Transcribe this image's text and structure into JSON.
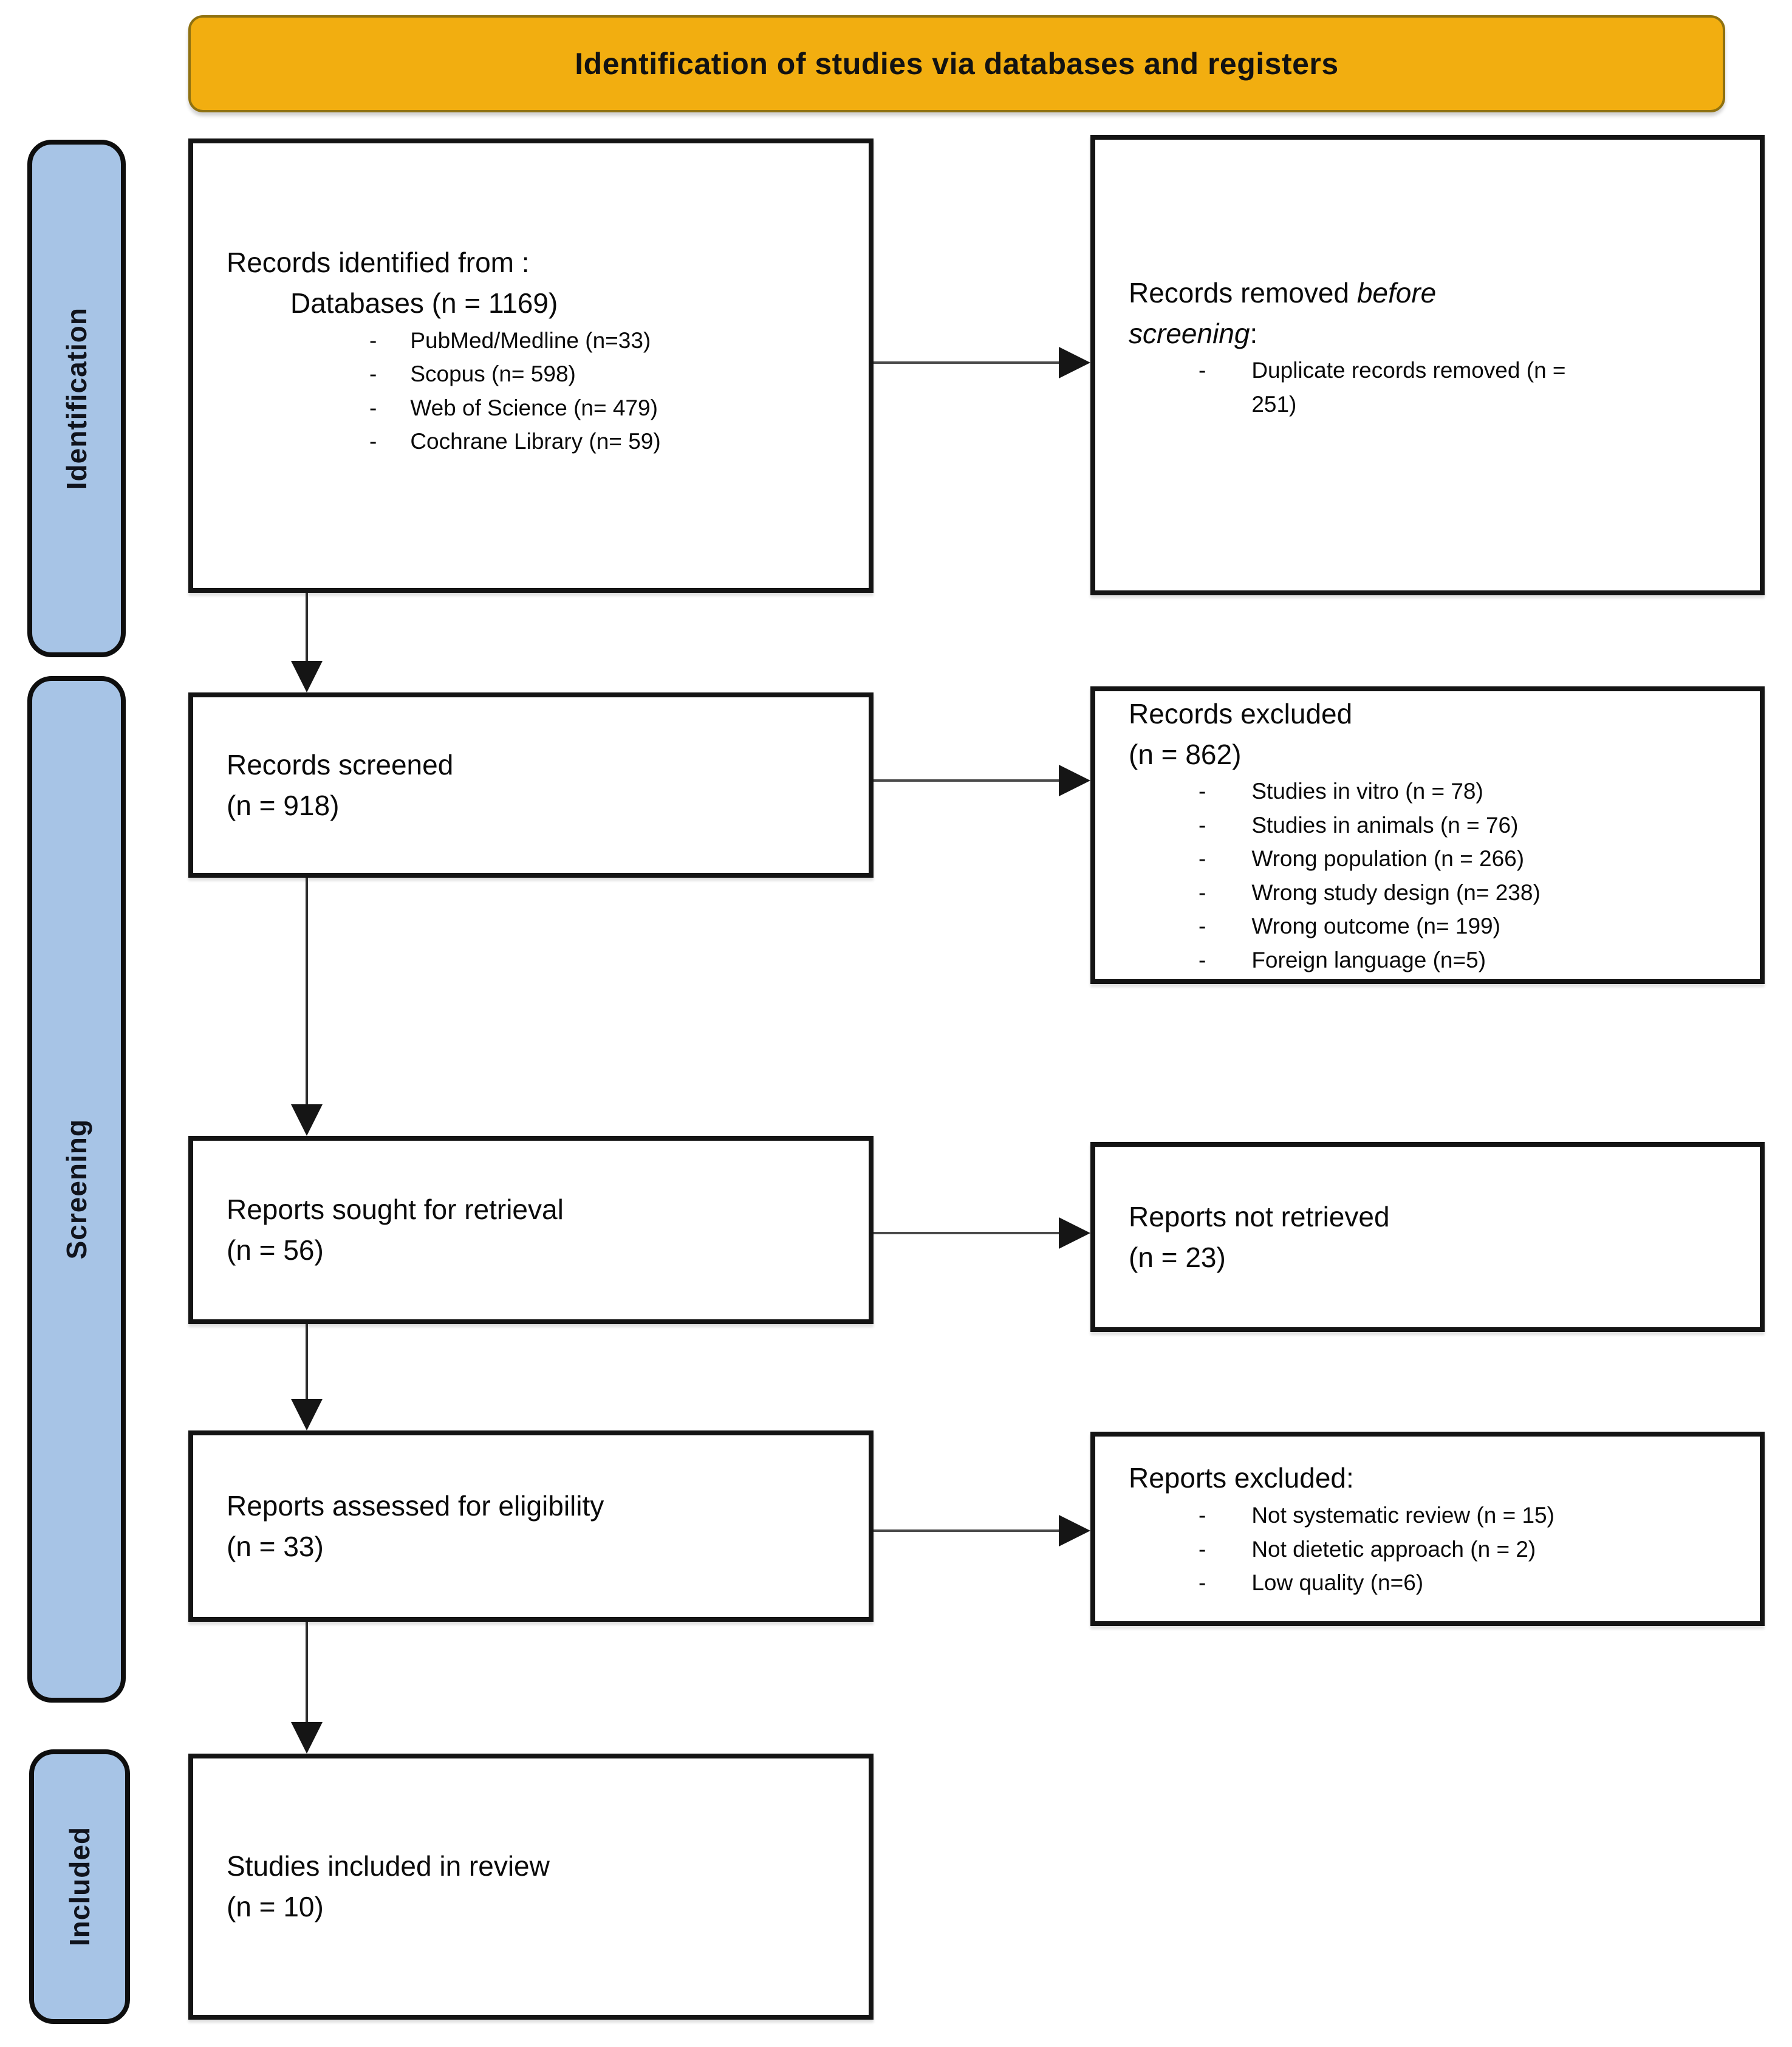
{
  "banner": {
    "title": "Identification of studies via databases and registers"
  },
  "sidebar": {
    "identification": "Identification",
    "screening": "Screening",
    "included": "Included"
  },
  "list_marker": "-",
  "boxes": {
    "records_identified": {
      "title": "Records identified from :",
      "subtitle": "Databases (n = 1169)",
      "items": [
        "PubMed/Medline (n=33)",
        "Scopus (n= 598)",
        "Web of Science (n= 479)",
        "Cochrane Library (n= 59)"
      ]
    },
    "records_removed": {
      "title_prefix": "Records removed ",
      "title_italic": "before screening",
      "title_suffix": ":",
      "items": [
        "Duplicate records removed (n = 251)"
      ]
    },
    "records_screened": {
      "title": "Records screened",
      "count": "(n = 918)"
    },
    "records_excluded": {
      "title": "Records excluded",
      "count": "(n = 862)",
      "items": [
        "Studies in vitro (n = 78)",
        "Studies in animals (n = 76)",
        "Wrong population (n = 266)",
        "Wrong study design (n=  238)",
        "Wrong outcome (n= 199)",
        "Foreign language (n=5)"
      ]
    },
    "reports_sought": {
      "title": "Reports sought for retrieval",
      "count": "(n = 56)"
    },
    "reports_not_retrieved": {
      "title": "Reports not retrieved",
      "count": "(n = 23)"
    },
    "reports_assessed": {
      "title": "Reports assessed for eligibility",
      "count": "(n = 33)"
    },
    "reports_excluded": {
      "title": "Reports excluded:",
      "items": [
        "Not systematic review (n = 15)",
        "Not dietetic approach (n = 2)",
        "Low quality (n=6)"
      ]
    },
    "studies_included": {
      "title": "Studies included in review",
      "count": "(n = 10)"
    }
  },
  "colors": {
    "banner_bg": "#F2AE10",
    "sidebar_bg": "#A7C4E6",
    "box_border": "#141414",
    "arrow": "#151515",
    "text": "#0A0A0A"
  }
}
